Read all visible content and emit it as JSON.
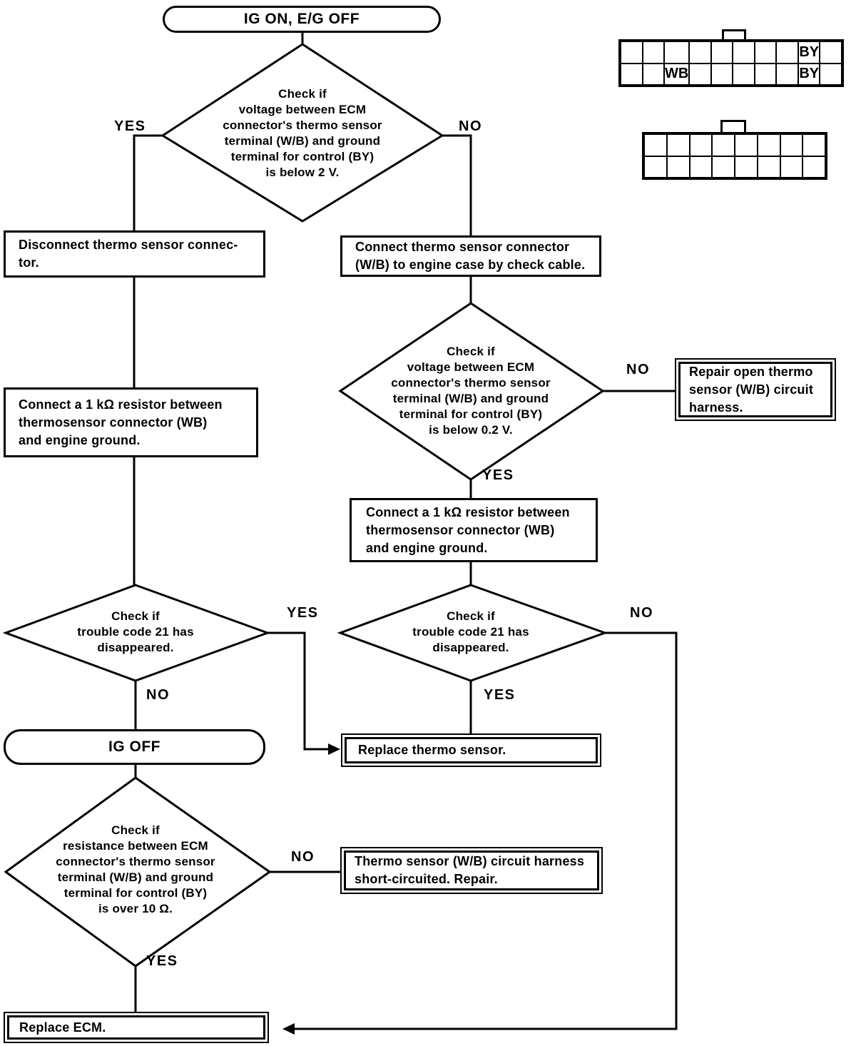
{
  "colors": {
    "ink": "#000000",
    "paper": "#ffffff"
  },
  "branch": {
    "yes": "YES",
    "no": "NO"
  },
  "nodes": {
    "start": "IG ON, E/G OFF",
    "check_voltage_below_2v": "Check if\nvoltage between ECM\nconnector's thermo sensor\nterminal (W/B) and ground\nterminal for control (BY)\nis below 2 V.",
    "disconnect_thermo_connector": "Disconnect thermo sensor connec-\ntor.",
    "connect_check_cable": "Connect thermo sensor connector\n(W/B) to engine case by check cable.",
    "check_voltage_below_02v": "Check if\nvoltage between ECM\nconnector's thermo sensor\nterminal (W/B) and ground\nterminal for control (BY)\nis below 0.2 V.",
    "repair_open_harness": "Repair open thermo\nsensor (W/B) circuit\nharness.",
    "connect_resistor_left": "Connect a 1 kΩ resistor between\nthermosensor connector (WB)\nand engine ground.",
    "connect_resistor_right": "Connect a 1 kΩ resistor between\nthermosensor connector (WB)\nand engine ground.",
    "check_code21_left": "Check if\ntrouble code 21 has\ndisappeared.",
    "check_code21_right": "Check if\ntrouble code 21 has\ndisappeared.",
    "ig_off": "IG OFF",
    "replace_thermo_sensor": "Replace thermo sensor.",
    "check_resistance_over_10ohm": "Check if\nresistance between ECM\nconnector's thermo sensor\nterminal (W/B) and ground\nterminal for control (BY)\nis over 10 Ω.",
    "short_circuit_repair": "Thermo sensor (W/B) circuit harness\nshort-circuited.  Repair.",
    "replace_ecm": "Replace ECM."
  },
  "connectors": [
    {
      "name": "ecm-connector-upper",
      "rows": 2,
      "cols": 10,
      "cells": [
        {
          "r": 0,
          "c": 8,
          "label": "BY"
        },
        {
          "r": 1,
          "c": 2,
          "label": "WB"
        },
        {
          "r": 1,
          "c": 8,
          "label": "BY"
        }
      ]
    },
    {
      "name": "ecm-connector-lower",
      "rows": 2,
      "cols": 8,
      "cells": []
    }
  ]
}
